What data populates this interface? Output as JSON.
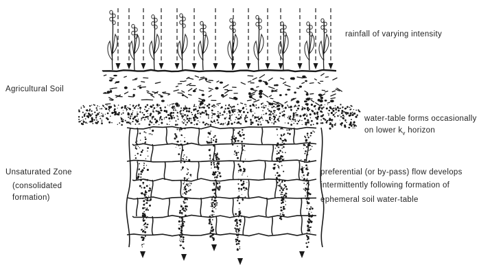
{
  "labels": {
    "rainfall": "rainfall of varying intensity",
    "agricultural_soil": "Agricultural Soil",
    "water_table_line1": "water-table forms occasionally",
    "water_table_line2_prefix": "on lower k",
    "water_table_line2_subscript": "v",
    "water_table_line2_suffix": " horizon",
    "unsaturated_zone": "Unsaturated Zone",
    "consolidated_line1": "(consolidated",
    "consolidated_line2": "formation)",
    "bypass_line1": "preferential (or by-pass) flow develops",
    "bypass_line2": "intermittently following formation of",
    "bypass_line3": "ephemeral soil water-table"
  },
  "colors": {
    "ink": "#1a1a1a",
    "background": "#ffffff"
  }
}
